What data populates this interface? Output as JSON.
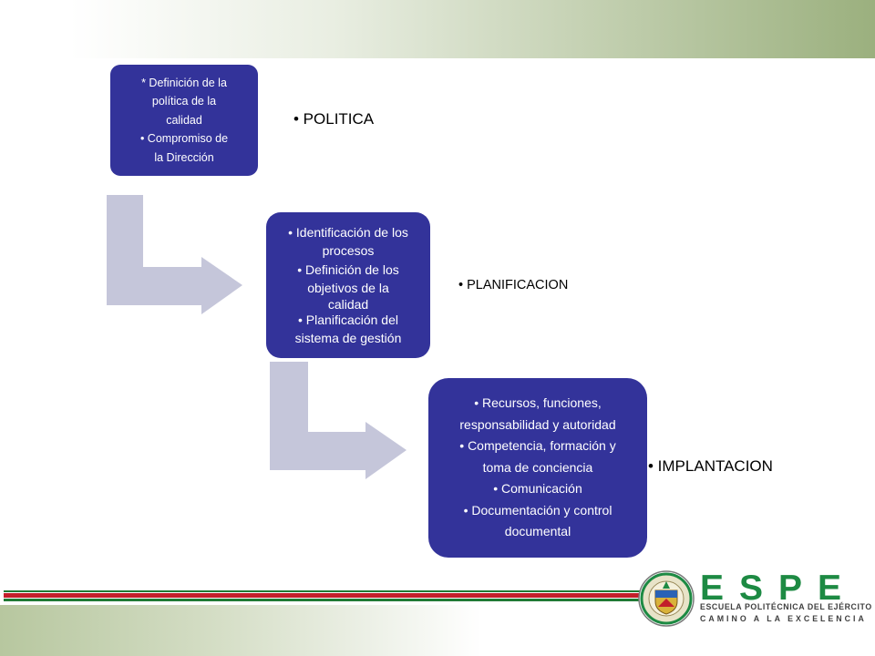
{
  "boxes": [
    {
      "lines": [
        "* Definición de la",
        "política de la",
        "calidad",
        "• Compromiso de",
        "la Dirección"
      ]
    },
    {
      "lines": [
        "• Identificación de los",
        "procesos",
        "• Definición de los",
        "objetivos de la",
        "calidad",
        "• Planificación del",
        "sistema de gestión"
      ]
    },
    {
      "lines": [
        "• Recursos, funciones,",
        "responsabilidad y autoridad",
        "• Competencia, formación y",
        "toma de conciencia",
        "• Comunicación",
        "• Documentación y control",
        "documental"
      ]
    }
  ],
  "labels": [
    "• POLITICA",
    "• PLANIFICACION",
    "• IMPLANTACION"
  ],
  "logo": {
    "brand": "ESPE",
    "tagline_1": "ESCUELA POLITÉCNICA DEL EJÉRCITO",
    "tagline_2": "CAMINO A LA EXCELENCIA"
  },
  "colors": {
    "box_fill": "#33339a",
    "arrow_fill": "#c5c6da",
    "brand_green": "#1d8a43",
    "stripe_red": "#c21f2a",
    "stripe_green": "#1f7a34"
  }
}
